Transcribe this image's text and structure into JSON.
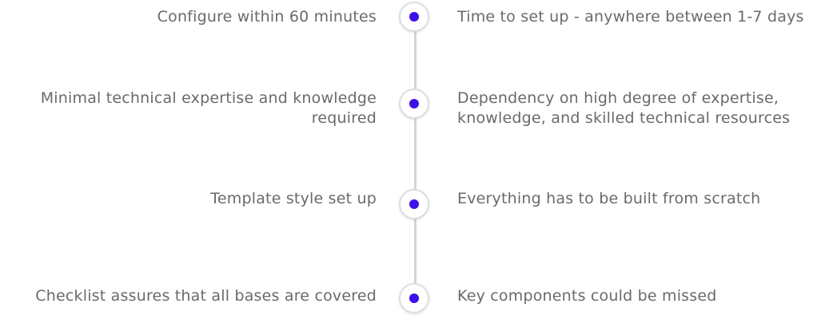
{
  "accent_color": "#3d0ff0",
  "comparison": [
    {
      "left": "Configure within 60 minutes",
      "right": "Time to set up - anywhere between 1-7 days"
    },
    {
      "left": "Minimal technical expertise and knowledge required",
      "right": "Dependency on high degree of expertise, knowledge, and skilled technical resources"
    },
    {
      "left": "Template style set up",
      "right": "Everything has to be built from scratch"
    },
    {
      "left": "Checklist assures that all bases are covered",
      "right": "Key components could be missed"
    }
  ]
}
